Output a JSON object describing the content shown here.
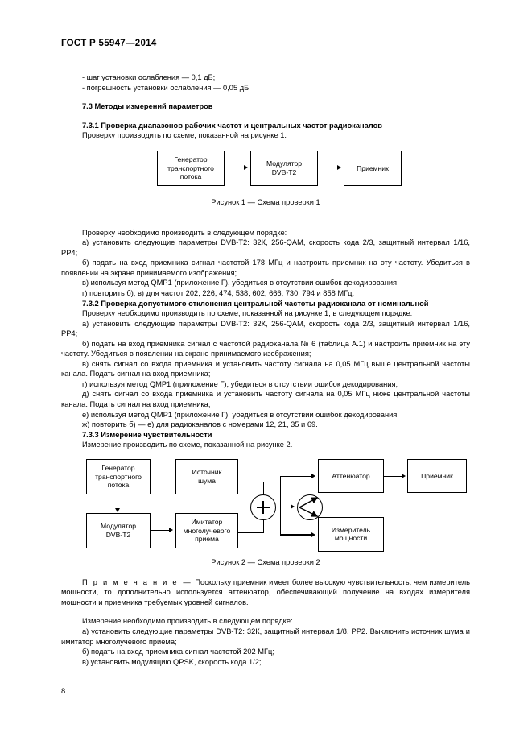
{
  "document": {
    "standard_header": "ГОСТ Р 55947—2014",
    "page_number": "8"
  },
  "body": {
    "bullets": [
      "- шаг установки ослабления — 0,1 дБ;",
      "- погрешность установки ослабления — 0,05 дБ."
    ],
    "heading_7_3": "7.3 Методы измерений параметров",
    "heading_7_3_1": "7.3.1 Проверка диапазонов рабочих частот и центральных частот радиоканалов",
    "para_7_3_1_intro": "Проверку производить по схеме, показанной на рисунке 1.",
    "para_7_3_1_order": "Проверку необходимо производить в следующем порядке:",
    "list_7_3_1": [
      "а) установить следующие параметры DVB-T2: 32К, 256-QAM, скорость кода 2/3, защитный интервал 1/16, РР4;",
      "б) подать на вход приемника сигнал частотой 178 МГц и настроить приемник на эту частоту. Убедиться в появлении на экране принимаемого изображения;",
      "в) используя метод QMP1 (приложение Г), убедиться в отсутствии ошибок декодирования;",
      "г) повторить б), в) для частот 202, 226, 474, 538, 602, 666, 730, 794 и 858 МГц."
    ],
    "heading_7_3_2": "7.3.2 Проверка допустимого отклонения центральной частоты радиоканала от номинальной",
    "para_7_3_2_intro": "Проверку необходимо производить по схеме, показанной на рисунке 1, в следующем порядке:",
    "list_7_3_2": [
      "а) установить следующие параметры DVB-T2: 32К, 256-QAM, скорость кода 2/3, защитный интервал 1/16, РР4;",
      "б) подать на вход приемника сигнал с частотой радиоканала № 6 (таблица А.1) и настроить приемник на эту частоту. Убедиться в появлении на экране принимаемого изображения;",
      "в) снять сигнал со входа приемника и установить частоту сигнала на 0,05 МГц выше центральной частоты канала. Подать сигнал на вход приемника;",
      "г) используя метод QMP1 (приложение Г), убедиться в отсутствии ошибок декодирования;",
      "д) снять сигнал со входа приемника и установить частоту сигнала на 0,05 МГц ниже центральной частоты канала. Подать сигнал на вход приемника;",
      "е) используя метод QMP1 (приложение Г), убедиться в отсутствии ошибок декодирования;",
      "ж) повторить б) — е) для радиоканалов с номерами 12, 21, 35 и 69."
    ],
    "heading_7_3_3": "7.3.3 Измерение чувствительности",
    "para_7_3_3_intro": "Измерение производить по схеме, показанной на рисунке 2.",
    "note_label": "П р и м е ч а н и е",
    "note_dash": "—",
    "note_text": "Поскольку приемник имеет более высокую чувствительность, чем измеритель мощности, то дополнительно используется аттенюатор, обеспечивающий получение на входах измерителя мощности и приемника требуемых уровней сигналов.",
    "para_7_3_3_order": "Измерение необходимо производить в следующем порядке:",
    "list_7_3_3": [
      "а) установить следующие параметры DVB-T2: 32К, защитный интервал 1/8, РР2. Выключить источник шума и имитатор многолучевого приема;",
      "б) подать на вход приемника сигнал частотой 202 МГц;",
      "в) установить модуляцию QPSK, скорость кода 1/2;"
    ]
  },
  "figure1": {
    "caption": "Рисунок 1 — Схема проверки 1",
    "blocks": [
      {
        "id": "generator",
        "label": "Генератор\nтранспортного\nпотока"
      },
      {
        "id": "modulator",
        "label": "Модулятор\nDVB-T2"
      },
      {
        "id": "receiver",
        "label": "Приемник"
      }
    ]
  },
  "figure2": {
    "caption": "Рисунок 2 — Схема проверки 2",
    "blocks": [
      {
        "id": "generator",
        "label": "Генератор\nтранспортного\nпотока"
      },
      {
        "id": "noise-source",
        "label": "Источник\nшума"
      },
      {
        "id": "modulator",
        "label": "Модулятор\nDVB-T2"
      },
      {
        "id": "multipath-simulator",
        "label": "Имитатор\nмноголучевого\nприема"
      },
      {
        "id": "attenuator",
        "label": "Аттенюатор"
      },
      {
        "id": "receiver",
        "label": "Приемник"
      },
      {
        "id": "power-meter",
        "label": "Измеритель\nмощности"
      }
    ],
    "symbols": {
      "adder": "+",
      "splitter": "splitter"
    }
  }
}
